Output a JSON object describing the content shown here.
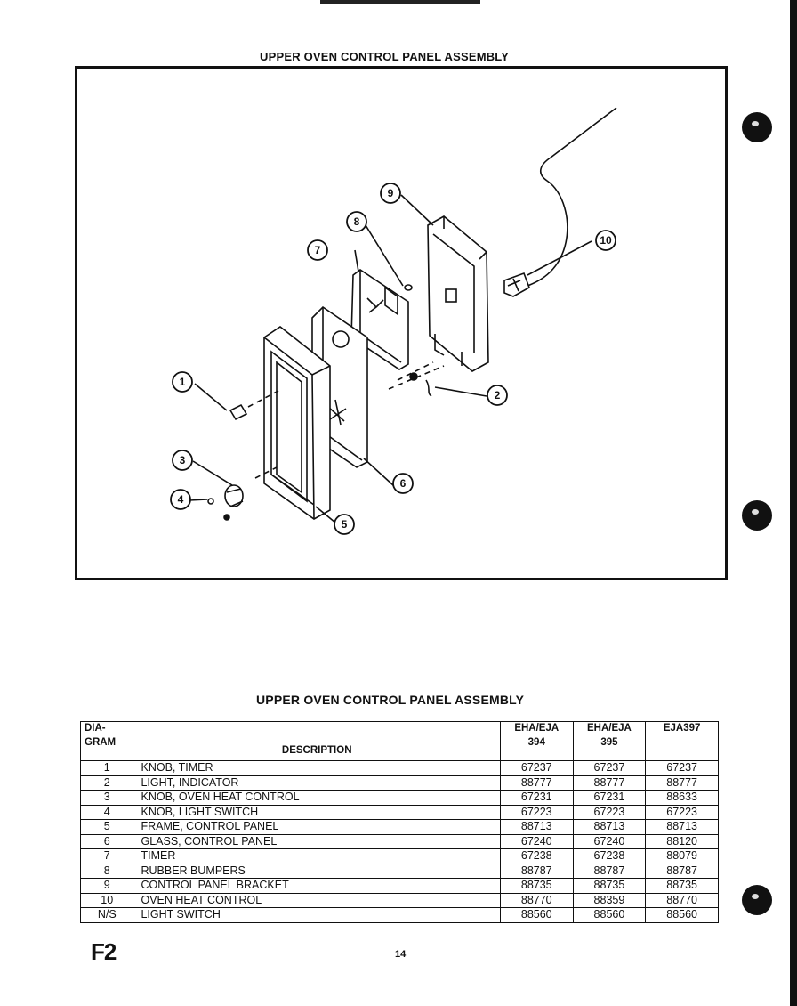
{
  "diagram": {
    "title": "UPPER OVEN CONTROL PANEL ASSEMBLY",
    "callouts": [
      "1",
      "2",
      "3",
      "4",
      "5",
      "6",
      "7",
      "8",
      "9",
      "10"
    ]
  },
  "table": {
    "title": "UPPER OVEN CONTROL PANEL ASSEMBLY",
    "headers": {
      "diagram_line1": "DIA-",
      "diagram_line2": "GRAM",
      "description": "DESCRIPTION",
      "model_a_line1": "EHA/EJA",
      "model_a_line2": "394",
      "model_b_line1": "EHA/EJA",
      "model_b_line2": "395",
      "model_c": "EJA397"
    },
    "rows": [
      {
        "diagram": "1",
        "description": "KNOB, TIMER",
        "model_a": "67237",
        "model_b": "67237",
        "model_c": "67237"
      },
      {
        "diagram": "2",
        "description": "LIGHT, INDICATOR",
        "model_a": "88777",
        "model_b": "88777",
        "model_c": "88777"
      },
      {
        "diagram": "3",
        "description": "KNOB, OVEN HEAT CONTROL",
        "model_a": "67231",
        "model_b": "67231",
        "model_c": "88633"
      },
      {
        "diagram": "4",
        "description": "KNOB, LIGHT SWITCH",
        "model_a": "67223",
        "model_b": "67223",
        "model_c": "67223"
      },
      {
        "diagram": "5",
        "description": "FRAME, CONTROL PANEL",
        "model_a": "88713",
        "model_b": "88713",
        "model_c": "88713"
      },
      {
        "diagram": "6",
        "description": "GLASS, CONTROL PANEL",
        "model_a": "67240",
        "model_b": "67240",
        "model_c": "88120"
      },
      {
        "diagram": "7",
        "description": "TIMER",
        "model_a": "67238",
        "model_b": "67238",
        "model_c": "88079"
      },
      {
        "diagram": "8",
        "description": "RUBBER BUMPERS",
        "model_a": "88787",
        "model_b": "88787",
        "model_c": "88787"
      },
      {
        "diagram": "9",
        "description": "CONTROL PANEL BRACKET",
        "model_a": "88735",
        "model_b": "88735",
        "model_c": "88735"
      },
      {
        "diagram": "10",
        "description": "OVEN HEAT CONTROL",
        "model_a": "88770",
        "model_b": "88359",
        "model_c": "88770"
      },
      {
        "diagram": "N/S",
        "description": "LIGHT SWITCH",
        "model_a": "88560",
        "model_b": "88560",
        "model_c": "88560"
      }
    ]
  },
  "footer": {
    "code": "F2",
    "page_number": "14"
  }
}
